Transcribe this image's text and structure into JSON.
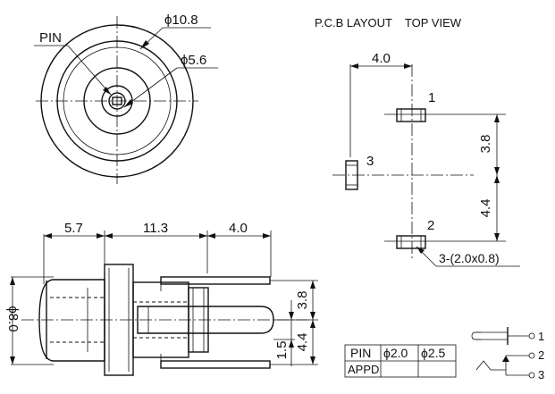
{
  "front_view": {
    "pin_label": "PIN",
    "outer_dia": "ϕ10.8",
    "inner_dia": "ϕ5.6"
  },
  "pcb_layout": {
    "title": "P.C.B LAYOUT    TOP VIEW",
    "dim_spacing": "4.0",
    "dim_upper": "3.8",
    "dim_lower": "4.4",
    "pad_1": "1",
    "pad_2": "2",
    "pad_3": "3",
    "pad_size": "3-(2.0x0.8)"
  },
  "side_view": {
    "dim_a": "5.7",
    "dim_b": "11.3",
    "dim_c": "4.0",
    "dim_height": "ϕ8.0",
    "dim_pin_upper": "3.8",
    "dim_pin_lower": "4.4",
    "dim_pin_offset": "1.5"
  },
  "pin_table": {
    "headers": [
      "PIN",
      "ϕ2.0",
      "ϕ2.5"
    ],
    "row_label": "APPD"
  },
  "schematic": {
    "pin_1": "1",
    "pin_2": "2",
    "pin_3": "3"
  }
}
